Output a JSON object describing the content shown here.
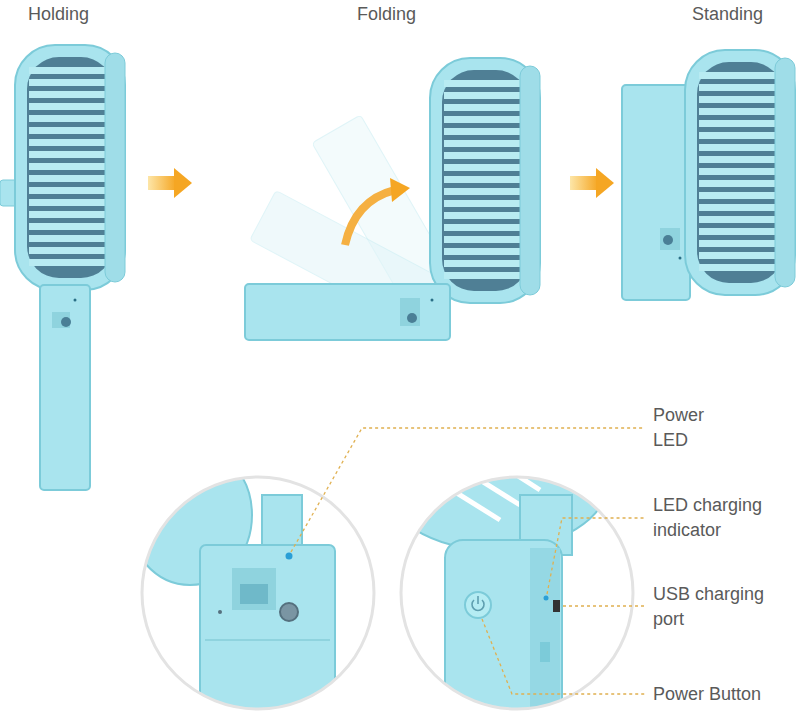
{
  "diagram": {
    "labels": [
      "Holding",
      "Folding",
      "Standing",
      "Power LED",
      "LED charging indicator",
      "USB charging port",
      "Power Button"
    ]
  }
}
